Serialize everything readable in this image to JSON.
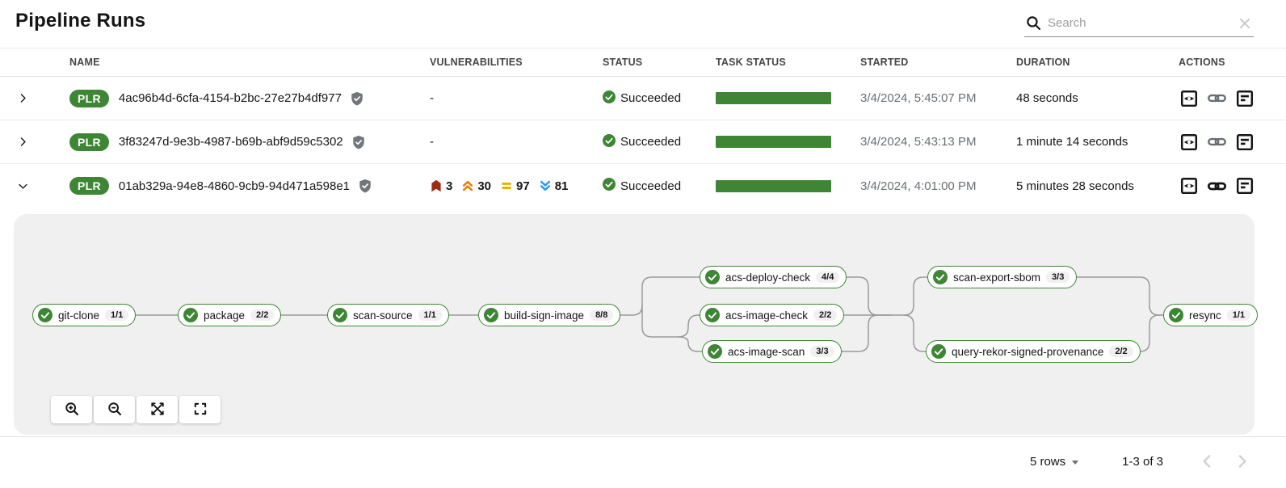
{
  "page": {
    "title": "Pipeline Runs"
  },
  "search": {
    "placeholder": "Search"
  },
  "table": {
    "headers": {
      "name": "NAME",
      "vulnerabilities": "VULNERABILITIES",
      "status": "STATUS",
      "task_status": "TASK STATUS",
      "started": "STARTED",
      "duration": "DURATION",
      "actions": "ACTIONS"
    },
    "rows": [
      {
        "badge": "PLR",
        "name": "4ac96b4d-6cfa-4154-b2bc-27e27b4df977",
        "vulnerabilities": "-",
        "status": "Succeeded",
        "started": "3/4/2024, 5:45:07 PM",
        "duration": "48 seconds"
      },
      {
        "badge": "PLR",
        "name": "3f83247d-9e3b-4987-b69b-abf9d59c5302",
        "vulnerabilities": "-",
        "status": "Succeeded",
        "started": "3/4/2024, 5:43:13 PM",
        "duration": "1 minute 14 seconds"
      },
      {
        "badge": "PLR",
        "name": "01ab329a-94e8-4860-9cb9-94d471a598e1",
        "vulnerabilities": {
          "critical": "3",
          "high": "30",
          "medium": "97",
          "low": "81"
        },
        "status": "Succeeded",
        "started": "3/4/2024, 4:01:00 PM",
        "duration": "5 minutes 28 seconds"
      }
    ]
  },
  "pipeline": {
    "tasks": [
      {
        "label": "git-clone",
        "badge": "1/1"
      },
      {
        "label": "package",
        "badge": "2/2"
      },
      {
        "label": "scan-source",
        "badge": "1/1"
      },
      {
        "label": "build-sign-image",
        "badge": "8/8"
      },
      {
        "label": "acs-deploy-check",
        "badge": "4/4"
      },
      {
        "label": "acs-image-check",
        "badge": "2/2"
      },
      {
        "label": "acs-image-scan",
        "badge": "3/3"
      },
      {
        "label": "scan-export-sbom",
        "badge": "3/3"
      },
      {
        "label": "query-rekor-signed-provenance",
        "badge": "2/2"
      },
      {
        "label": "resync",
        "badge": "1/1"
      }
    ]
  },
  "pagination": {
    "rows_per_page": "5 rows",
    "range": "1-3 of 3"
  },
  "colors": {
    "success_green": "#3E8635",
    "critical": "#9E2B18",
    "high": "#EC7A08",
    "medium": "#F0AB00",
    "low": "#2B9AF3"
  }
}
